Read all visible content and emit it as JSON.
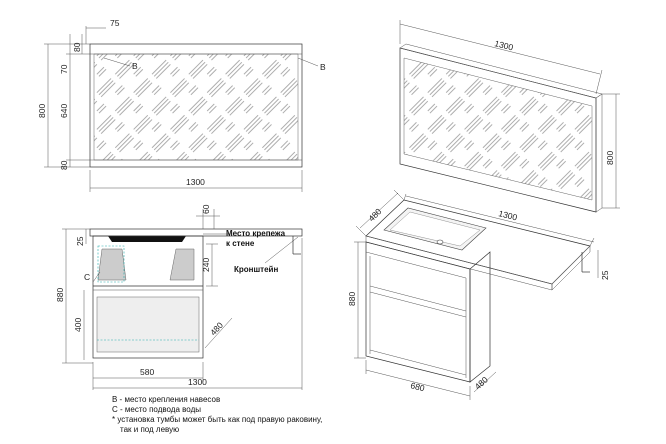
{
  "mirror_front": {
    "dims": {
      "top_offset": "75",
      "top": "80",
      "side_total": "800",
      "upper": "70",
      "middle": "640",
      "lower": "80",
      "width": "1300"
    },
    "marker_left": "B",
    "marker_right": "B"
  },
  "mirror_iso": {
    "dims": {
      "width": "1300",
      "height": "800"
    }
  },
  "cabinet_front": {
    "dims": {
      "top_small": "60",
      "top_depth": "25",
      "drawer_gap": "240",
      "total_height": "880",
      "lower_drawer": "400",
      "depth_diag": "480",
      "body_width": "580",
      "total_width": "1300"
    },
    "marker_c": "C",
    "label_wall_mount": "Место крепежа\nк стене",
    "label_bracket": "Кронштейн"
  },
  "cabinet_iso": {
    "dims": {
      "depth_top": "480",
      "width": "1300",
      "height": "880",
      "bracket": "25",
      "base_width": "680",
      "base_depth": "480"
    }
  },
  "notes": {
    "line1": "B - место крепления навесов",
    "line2": "C - место подвода воды",
    "line3": "* установка тумбы может быть как под правую раковину,",
    "line4": "так и под левую"
  }
}
